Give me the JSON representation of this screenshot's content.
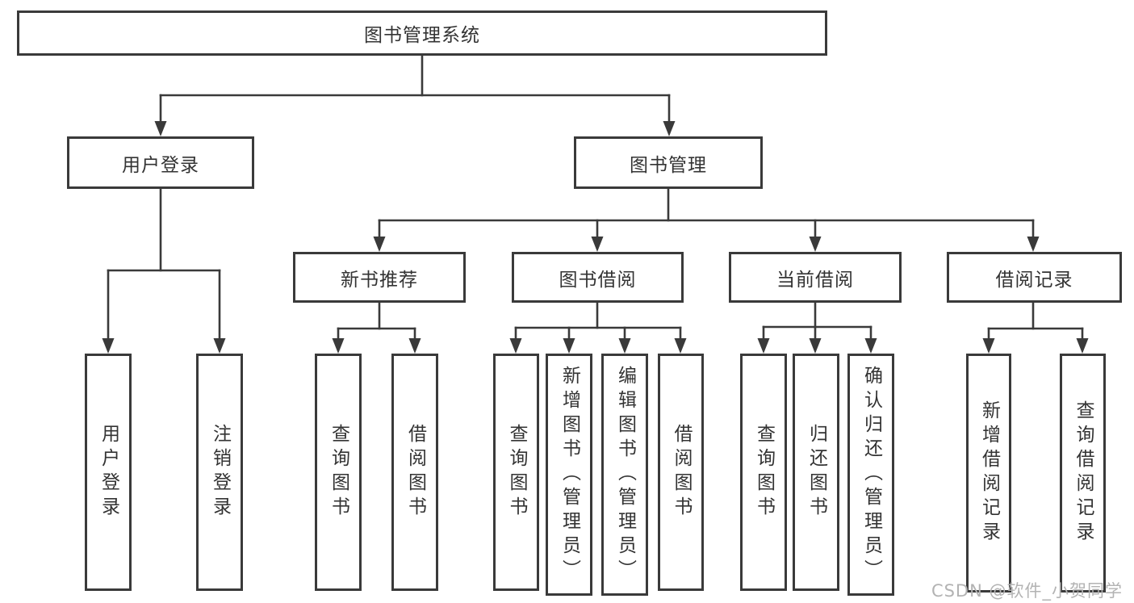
{
  "tree": {
    "label": "图书管理系统",
    "children": [
      {
        "label": "用户登录",
        "children": [
          {
            "label": "用户登录"
          },
          {
            "label": "注销登录"
          }
        ]
      },
      {
        "label": "图书管理",
        "children": [
          {
            "label": "新书推荐",
            "children": [
              {
                "label": "查询图书"
              },
              {
                "label": "借阅图书"
              }
            ]
          },
          {
            "label": "图书借阅",
            "children": [
              {
                "label": "查询图书"
              },
              {
                "label": "新增图书（管理员）"
              },
              {
                "label": "编辑图书（管理员）"
              },
              {
                "label": "借阅图书"
              }
            ]
          },
          {
            "label": "当前借阅",
            "children": [
              {
                "label": "查询图书"
              },
              {
                "label": "归还图书"
              },
              {
                "label": "确认归还（管理员）"
              }
            ]
          },
          {
            "label": "借阅记录",
            "children": [
              {
                "label": "新增借阅记录"
              },
              {
                "label": "查询借阅记录"
              }
            ]
          }
        ]
      }
    ]
  },
  "watermark": "CSDN @软件_小贺同学",
  "colors": {
    "line": "#3a3a3a",
    "text": "#333333",
    "watermark": "#b3b3b3",
    "background": "#ffffff"
  }
}
